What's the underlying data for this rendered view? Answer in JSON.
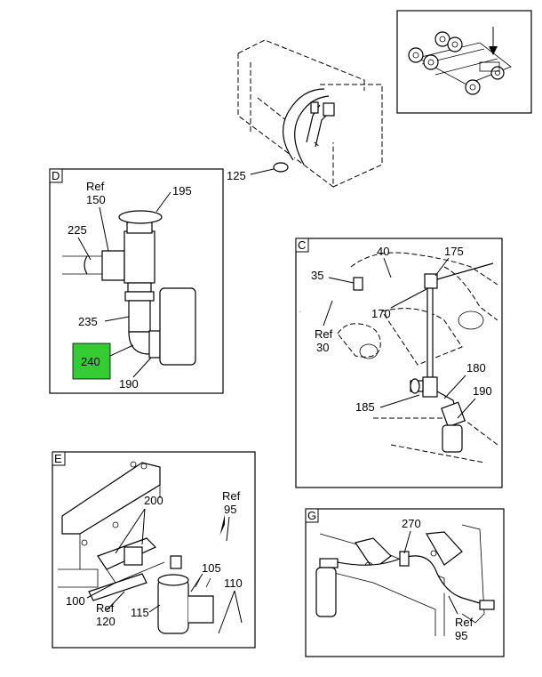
{
  "colors": {
    "highlight": "#33cc33",
    "line": "#000000",
    "background": "#ffffff"
  },
  "inset": {
    "name": "vehicle-locator",
    "arrow_icon": "down-arrow-icon"
  },
  "main": {
    "label_125": "125"
  },
  "panel_d": {
    "tag": "D",
    "ref_150_a": "Ref",
    "ref_150_b": "150",
    "l195": "195",
    "l225": "225",
    "l235": "235",
    "l240": "240",
    "l190": "190"
  },
  "panel_c": {
    "tag": "C",
    "l40": "40",
    "l175": "175",
    "l35": "35",
    "l170": "170",
    "ref_30_a": "Ref",
    "ref_30_b": "30",
    "l180": "180",
    "l190": "190",
    "l185": "185"
  },
  "panel_e": {
    "tag": "E",
    "l200": "200",
    "ref_95_a": "Ref",
    "ref_95_b": "95",
    "l105": "105",
    "l110": "110",
    "l100": "100",
    "ref_120_a": "Ref",
    "ref_120_b": "120",
    "l115": "115"
  },
  "panel_g": {
    "tag": "G",
    "l270": "270",
    "ref_95_a": "Ref",
    "ref_95_b": "95"
  }
}
